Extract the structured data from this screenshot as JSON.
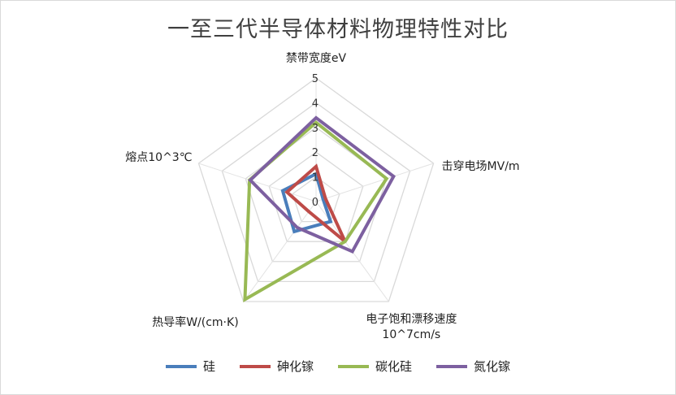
{
  "chart_data": {
    "type": "radar",
    "title": "一至三代半导体材料物理特性对比",
    "axes": [
      "禁带宽度eV",
      "击穿电场MV/m",
      "电子饱和漂移速度|10^7cm/s",
      "热导率W/(cm·K)",
      "熔点10^3℃"
    ],
    "ticks": [
      "0",
      "1",
      "2",
      "3",
      "4",
      "5"
    ],
    "rmax": 5,
    "legend_position": "bottom",
    "series": [
      {
        "name": "硅",
        "color": "#4a7ebb",
        "values": [
          1.12,
          0.3,
          1.0,
          1.5,
          1.42
        ]
      },
      {
        "name": "砷化镓",
        "color": "#be4b48",
        "values": [
          1.42,
          0.4,
          2.0,
          0.5,
          1.24
        ]
      },
      {
        "name": "碳化硅",
        "color": "#98b954",
        "values": [
          3.2,
          3.0,
          2.0,
          4.9,
          2.83
        ]
      },
      {
        "name": "氮化镓",
        "color": "#7d60a0",
        "values": [
          3.39,
          3.3,
          2.5,
          1.3,
          2.8
        ]
      }
    ]
  }
}
